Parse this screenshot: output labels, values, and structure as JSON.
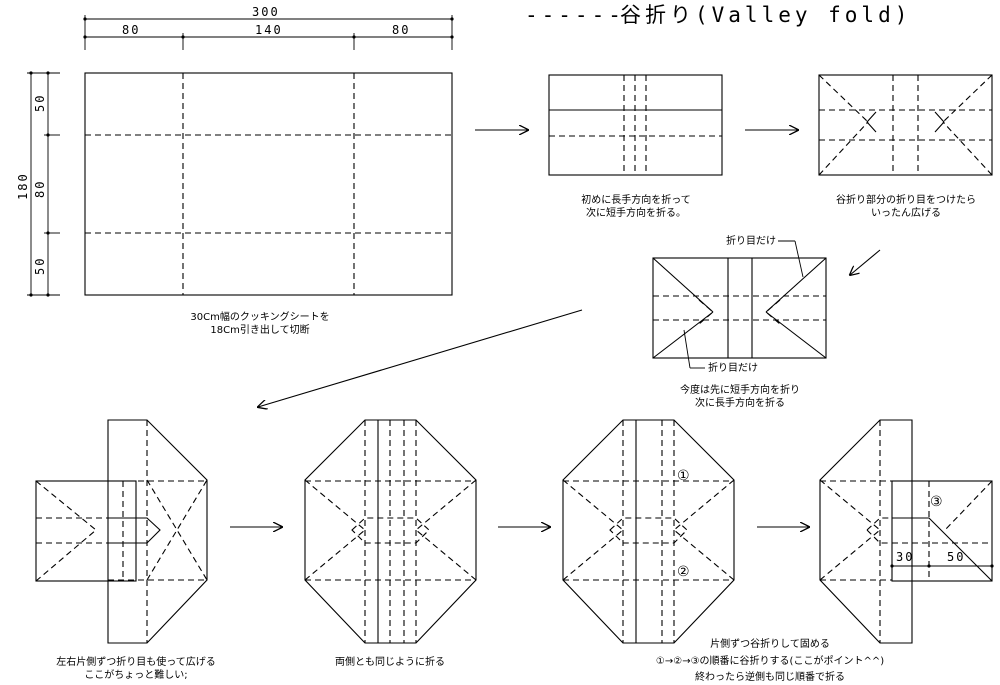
{
  "legend": {
    "dash": "------",
    "text": "谷折り(Valley fold)"
  },
  "dimensions": {
    "total_width": "300",
    "left_width": "80",
    "center_width": "140",
    "right_width": "80",
    "total_height": "180",
    "top_height": "50",
    "middle_height": "80",
    "bottom_height": "50",
    "detail_left": "30",
    "detail_right": "50"
  },
  "captions": {
    "sheet": [
      "30Cm幅のクッキングシートを",
      "18Cm引き出して切断"
    ],
    "step1": [
      "初めに長手方向を折って",
      "次に短手方向を折る。"
    ],
    "step2": [
      "谷折り部分の折り目をつけたら",
      "いったん広げる"
    ],
    "step3": [
      "今度は先に短手方向を折り",
      "次に長手方向を折る"
    ],
    "step4": [
      "左右片側ずつ折り目も使って広げる",
      "ここがちょっと難しい;"
    ],
    "step5": [
      "両側とも同じように折る"
    ],
    "step7": [
      "片側ずつ谷折りして固める",
      "①→②→③の順番に谷折りする(ここがポイント^^)",
      "終わったら逆側も同じ順番で折る"
    ]
  },
  "callouts": {
    "crease_top": "折り目だけ",
    "crease_bottom": "折り目だけ"
  },
  "markers": {
    "m1": "①",
    "m2": "②",
    "m3": "③"
  }
}
